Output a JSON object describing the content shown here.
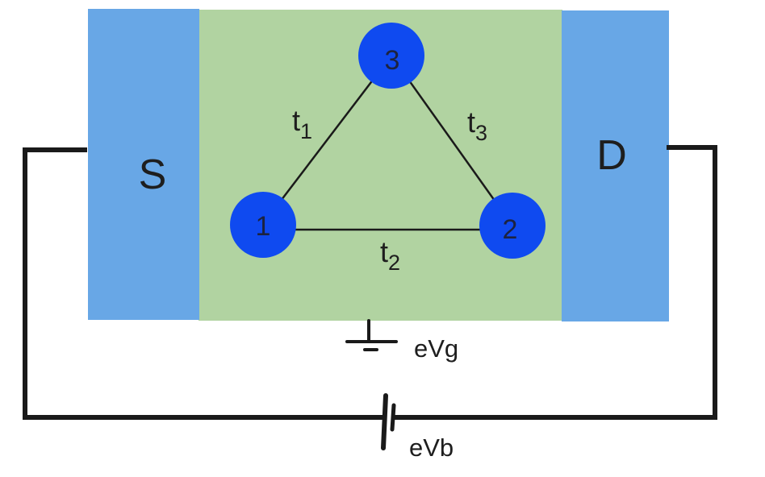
{
  "colors": {
    "electrode": "#68a7e6",
    "channel": "#b1d3a1",
    "node": "#0f4af0",
    "wire": "#1a1a1a"
  },
  "electrodes": {
    "source": "S",
    "drain": "D"
  },
  "nodes": [
    {
      "id": "node-1",
      "label": "1"
    },
    {
      "id": "node-2",
      "label": "2"
    },
    {
      "id": "node-3",
      "label": "3"
    }
  ],
  "hoppings": {
    "t1": {
      "base": "t",
      "sub": "1"
    },
    "t2": {
      "base": "t",
      "sub": "2"
    },
    "t3": {
      "base": "t",
      "sub": "3"
    }
  },
  "gate": {
    "label": "eVg",
    "icon": "ground-icon"
  },
  "battery": {
    "label": "eVb",
    "icon": "battery-icon"
  }
}
